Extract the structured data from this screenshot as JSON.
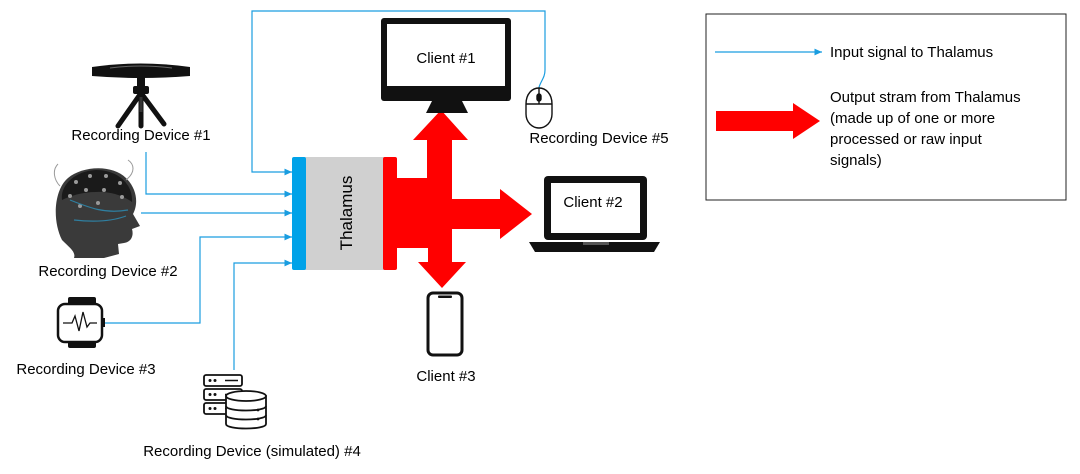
{
  "hub": {
    "label": "Thalamus"
  },
  "devices": {
    "d1": "Recording Device #1",
    "d2": "Recording Device #2",
    "d3": "Recording Device #3",
    "d4": "Recording Device (simulated) #4",
    "d5": "Recording Device #5"
  },
  "clients": {
    "c1": "Client #1",
    "c2": "Client #2",
    "c3": "Client #3"
  },
  "legend": {
    "input_label": "Input signal to Thalamus",
    "output_lines": [
      "Output stram from Thalamus",
      "(made up of one or more",
      "processed or raw input",
      "signals)"
    ]
  },
  "colors": {
    "input": "#1a9de0",
    "output": "#ff0000",
    "hub_fill": "#d0d0d0",
    "hub_left_bar": "#00a2e8",
    "hub_right_bar": "#ff0000"
  },
  "icons": {
    "d1": "eye-tracker-on-tripod-icon",
    "d2": "eeg-head-cap-icon",
    "d3": "smartwatch-ecg-icon",
    "d4": "server-database-icon",
    "d5": "computer-mouse-icon",
    "c1": "desktop-monitor-icon",
    "c2": "laptop-icon",
    "c3": "smartphone-icon"
  }
}
